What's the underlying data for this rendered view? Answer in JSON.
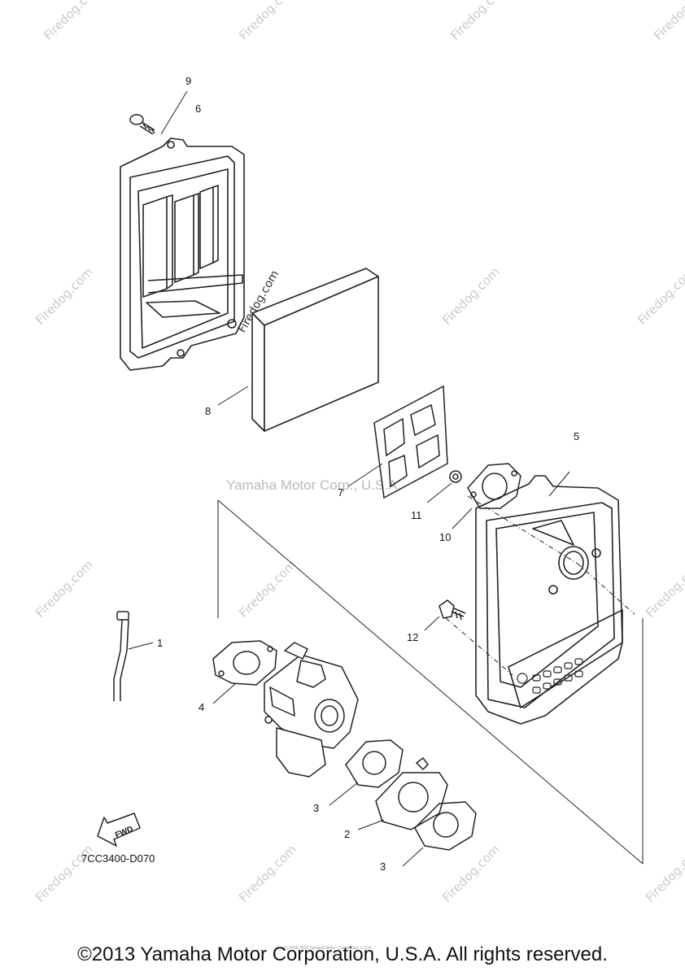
{
  "diagram": {
    "callouts": [
      "1",
      "2",
      "3",
      "3",
      "4",
      "5",
      "6",
      "7",
      "8",
      "9",
      "10",
      "11",
      "12"
    ],
    "drawing_code": "7CC3400-D070",
    "fwd_label": "FWD",
    "watermark_center": "Yamaha Motor Corp., U.S.A.",
    "watermark_site": "Firedog.com"
  },
  "footer": {
    "copyright": "©2013 Yamaha Motor Corporation, U.S.A. All rights reserved.",
    "fineprint": "(c) 2005-2015 Yamaha Motor Corporation, U.S.A."
  }
}
